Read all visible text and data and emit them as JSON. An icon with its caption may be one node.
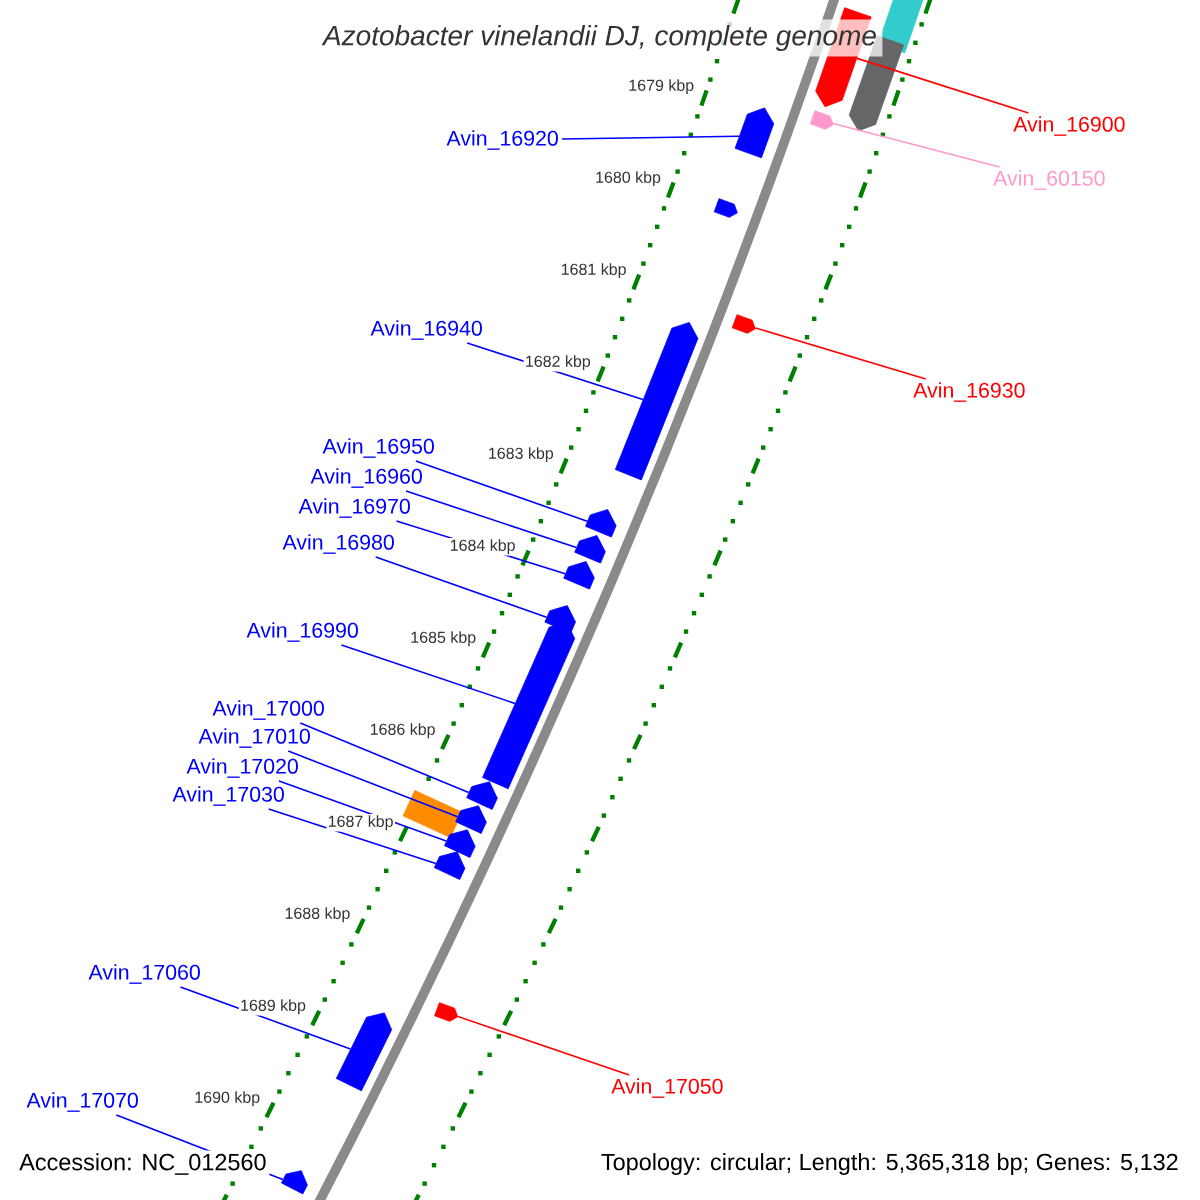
{
  "diagram": {
    "title": "Azotobacter vinelandii DJ, complete genome",
    "nodes": [
      {
        "text": [
          "Avin_16900"
        ]
      },
      {
        "text": [
          "Avin_16920"
        ]
      },
      {
        "text": [
          "Avin_60150"
        ]
      },
      {
        "text": [
          "Avin_16940"
        ]
      },
      {
        "text": [
          "Avin_16930"
        ]
      },
      {
        "text": [
          "Avin_16950"
        ]
      },
      {
        "text": [
          "Avin_16960"
        ]
      },
      {
        "text": [
          "Avin_16970"
        ]
      },
      {
        "text": [
          "Avin_16980"
        ]
      },
      {
        "text": [
          "Avin_16990"
        ]
      },
      {
        "text": [
          "Avin_17000"
        ]
      },
      {
        "text": [
          "Avin_17010"
        ]
      },
      {
        "text": [
          "Avin_17020"
        ]
      },
      {
        "text": [
          "Avin_17030"
        ]
      },
      {
        "text": [
          "Avin_17060"
        ]
      },
      {
        "text": [
          "Avin_17050"
        ]
      },
      {
        "text": [
          "Avin_17070"
        ]
      },
      {
        "text": [],
        "shape": "bar"
      },
      {
        "text": [],
        "shape": "bar"
      },
      {
        "text": [],
        "shape": "bar"
      },
      {
        "text": [],
        "shape": "bar"
      },
      {
        "text": [],
        "shape": "bar"
      },
      {
        "text": [],
        "shape": "bar"
      },
      {
        "text": [],
        "shape": "bar"
      },
      {
        "text": [],
        "shape": "bar"
      },
      {
        "text": [],
        "shape": "bar"
      },
      {
        "text": [],
        "shape": "bar"
      },
      {
        "text": [],
        "shape": "bar"
      },
      {
        "text": [],
        "shape": "bar"
      },
      {
        "text": [],
        "shape": "bar"
      },
      {
        "text": [],
        "shape": "bar"
      },
      {
        "text": [],
        "shape": "box"
      },
      {
        "text": [],
        "shape": "bar"
      },
      {
        "text": [],
        "shape": "bar"
      },
      {
        "text": [],
        "shape": "bar"
      },
      {
        "text": [],
        "shape": "bar"
      },
      {
        "text": [],
        "shape": "bar"
      },
      {
        "text": [],
        "shape": "bar"
      }
    ],
    "edges": [
      {
        "from": 0,
        "to": 18,
        "arrow": "none",
        "color": "#ff0000"
      },
      {
        "from": 1,
        "to": 21,
        "arrow": "none"
      },
      {
        "from": 2,
        "to": 20,
        "arrow": "none",
        "color": "#ff99cc"
      },
      {
        "from": 3,
        "to": 24,
        "arrow": "none"
      },
      {
        "from": 4,
        "to": 23,
        "arrow": "none",
        "color": "#ff0000"
      },
      {
        "from": 5,
        "to": 25,
        "arrow": "none"
      },
      {
        "from": 6,
        "to": 26,
        "arrow": "none"
      },
      {
        "from": 7,
        "to": 27,
        "arrow": "none"
      },
      {
        "from": 8,
        "to": 28,
        "arrow": "none"
      },
      {
        "from": 9,
        "to": 29,
        "arrow": "none"
      },
      {
        "from": 10,
        "to": 30,
        "arrow": "none"
      },
      {
        "from": 11,
        "to": 32,
        "arrow": "none"
      },
      {
        "from": 12,
        "to": 33,
        "arrow": "none"
      },
      {
        "from": 13,
        "to": 34,
        "arrow": "none"
      },
      {
        "from": 14,
        "to": 36,
        "arrow": "none"
      },
      {
        "from": 15,
        "to": 35,
        "arrow": "none",
        "color": "#ff0000"
      },
      {
        "from": 16,
        "to": 37,
        "arrow": "none"
      }
    ],
    "labels": [
      "1679 kbp",
      "1680 kbp",
      "1681 kbp",
      "1682 kbp",
      "1683 kbp",
      "1684 kbp",
      "1685 kbp",
      "1686 kbp",
      "1687 kbp",
      "1688 kbp",
      "1689 kbp",
      "1690 kbp",
      "Accession: NC_012560",
      "Topology: circular; Length: 5,365,318 bp; Genes: 5,132"
    ]
  }
}
